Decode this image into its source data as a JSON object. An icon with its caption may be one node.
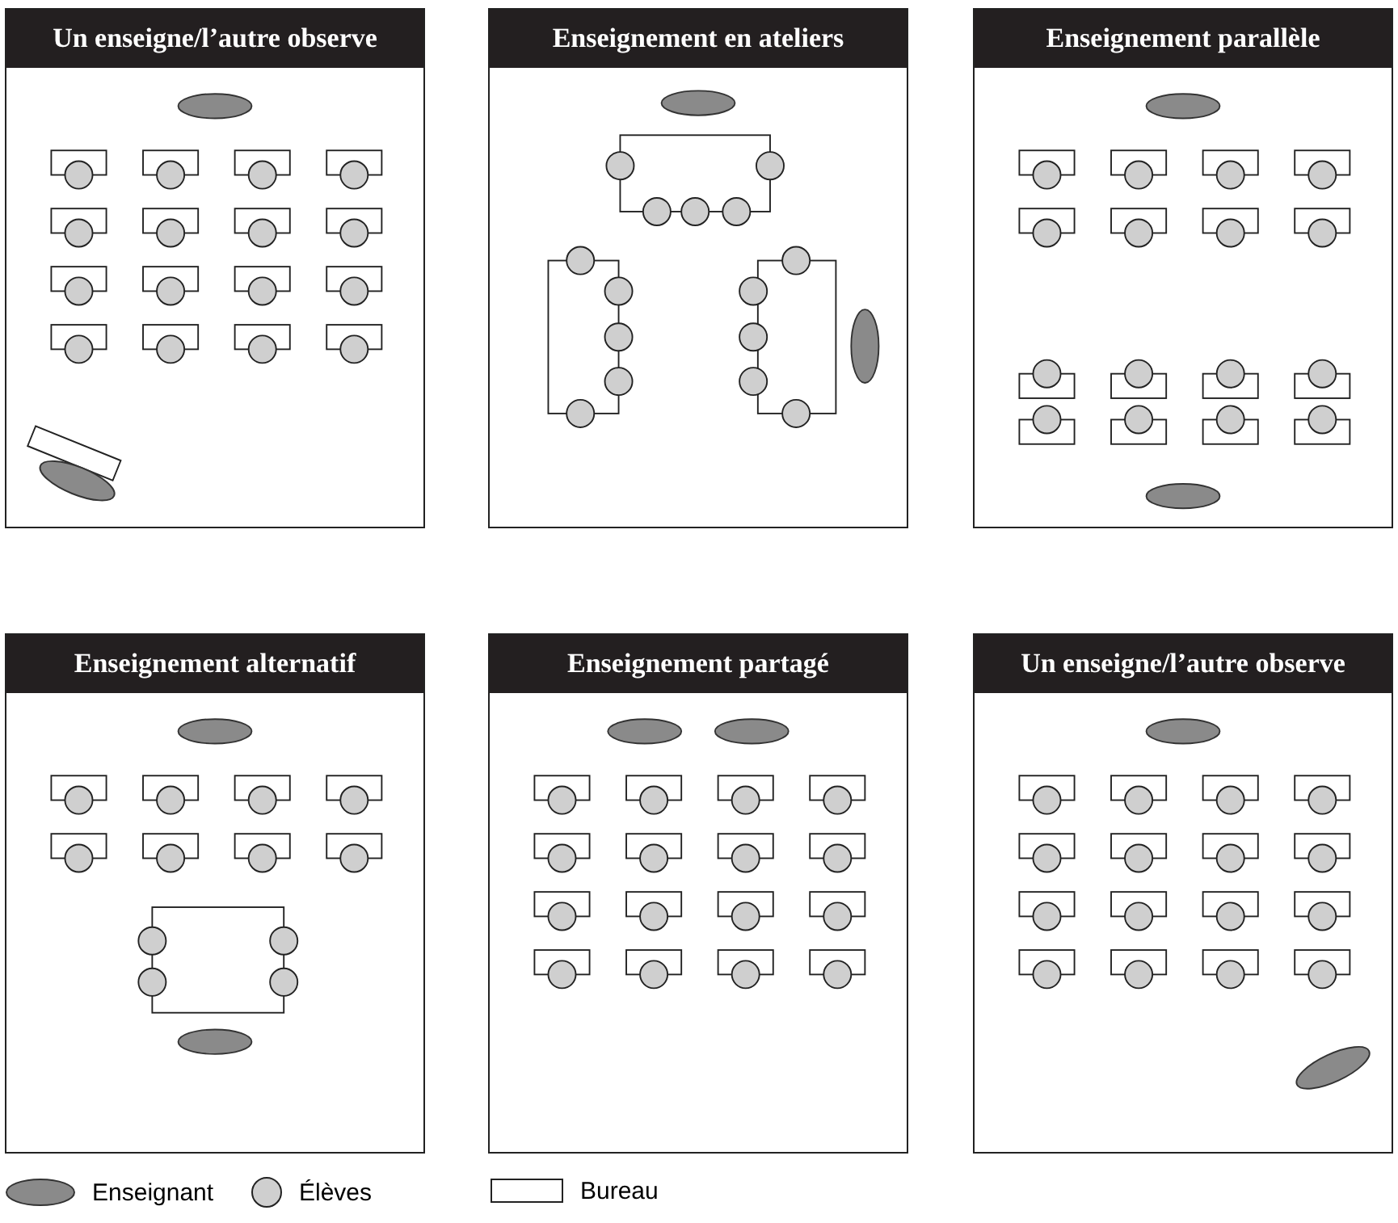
{
  "diagram": {
    "nodes": [
      {
        "text": [
          "Un enseigne/l’autre observe"
        ]
      },
      {
        "text": [
          "Enseignement en ateliers"
        ]
      },
      {
        "text": [
          "Enseignement parallèle"
        ]
      },
      {
        "text": [
          "Enseignement alternatif"
        ]
      },
      {
        "text": [
          "Enseignement partagé"
        ]
      },
      {
        "text": [
          "Un enseigne/l’autre observe"
        ]
      }
    ],
    "legend": [
      {
        "text": "Enseignant"
      },
      {
        "text": "Élèves"
      },
      {
        "text": "Bureau"
      }
    ]
  }
}
